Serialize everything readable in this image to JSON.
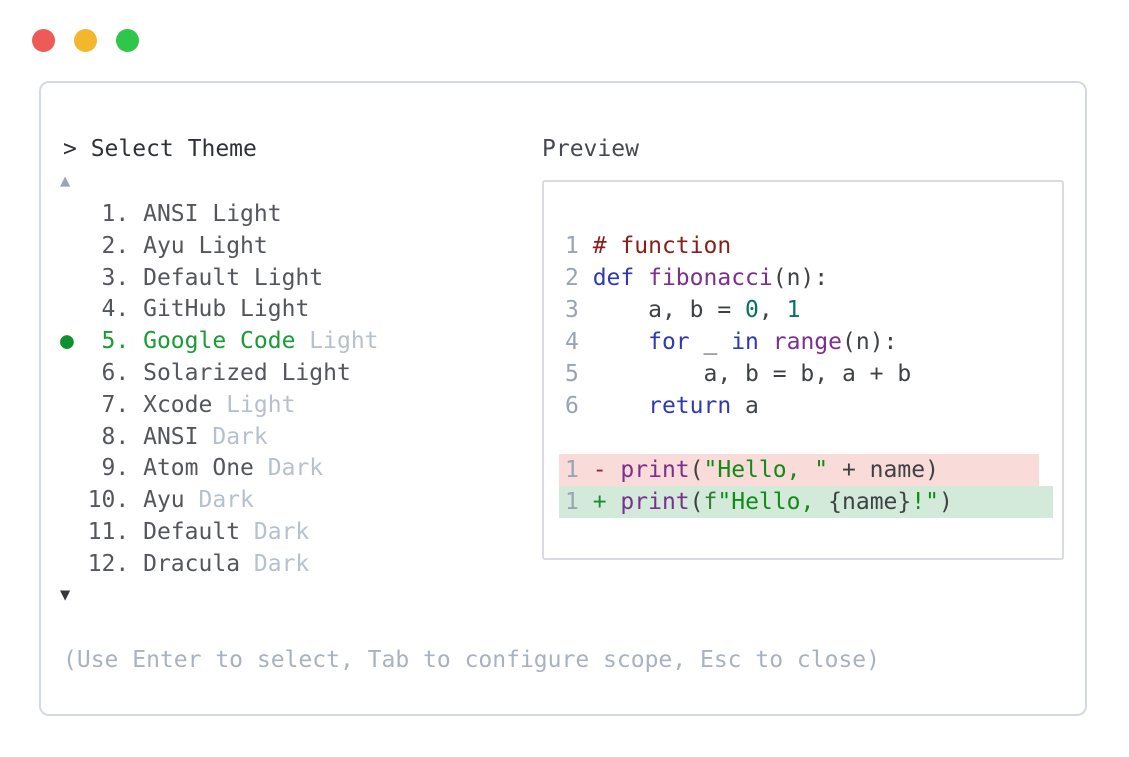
{
  "window": {
    "traffic_lights": [
      {
        "name": "close",
        "color": "#ee5a55"
      },
      {
        "name": "minimize",
        "color": "#f3b72e"
      },
      {
        "name": "maximize",
        "color": "#2ec74a"
      }
    ]
  },
  "prompt": "> Select Theme",
  "scroll": {
    "up_icon": "▲",
    "down_icon": "▼"
  },
  "theme_list": {
    "selected_marker": "●",
    "items": [
      {
        "number": "1",
        "name": "ANSI",
        "variant": "Light",
        "selected": false,
        "variant_dimmed": false
      },
      {
        "number": "2",
        "name": "Ayu",
        "variant": "Light",
        "selected": false,
        "variant_dimmed": false
      },
      {
        "number": "3",
        "name": "Default",
        "variant": "Light",
        "selected": false,
        "variant_dimmed": false
      },
      {
        "number": "4",
        "name": "GitHub",
        "variant": "Light",
        "selected": false,
        "variant_dimmed": false
      },
      {
        "number": "5",
        "name": "Google Code",
        "variant": "Light",
        "selected": true,
        "variant_dimmed": true
      },
      {
        "number": "6",
        "name": "Solarized",
        "variant": "Light",
        "selected": false,
        "variant_dimmed": false
      },
      {
        "number": "7",
        "name": "Xcode",
        "variant": "Light",
        "selected": false,
        "variant_dimmed": true
      },
      {
        "number": "8",
        "name": "ANSI",
        "variant": "Dark",
        "selected": false,
        "variant_dimmed": true
      },
      {
        "number": "9",
        "name": "Atom One",
        "variant": "Dark",
        "selected": false,
        "variant_dimmed": true
      },
      {
        "number": "10",
        "name": "Ayu",
        "variant": "Dark",
        "selected": false,
        "variant_dimmed": true
      },
      {
        "number": "11",
        "name": "Default",
        "variant": "Dark",
        "selected": false,
        "variant_dimmed": true
      },
      {
        "number": "12",
        "name": "Dracula",
        "variant": "Dark",
        "selected": false,
        "variant_dimmed": true
      }
    ]
  },
  "preview": {
    "label": "Preview",
    "code_lines": [
      {
        "num": "1",
        "segments": [
          {
            "t": "# function",
            "c": "comment"
          }
        ]
      },
      {
        "num": "2",
        "segments": [
          {
            "t": "def",
            "c": "keyword"
          },
          {
            "t": " ",
            "c": "plain"
          },
          {
            "t": "fibonacci",
            "c": "function"
          },
          {
            "t": "(n):",
            "c": "plain"
          }
        ]
      },
      {
        "num": "3",
        "segments": [
          {
            "t": "    a, b = ",
            "c": "plain"
          },
          {
            "t": "0",
            "c": "number"
          },
          {
            "t": ", ",
            "c": "plain"
          },
          {
            "t": "1",
            "c": "number"
          }
        ]
      },
      {
        "num": "4",
        "segments": [
          {
            "t": "    ",
            "c": "plain"
          },
          {
            "t": "for",
            "c": "keyword"
          },
          {
            "t": " _ ",
            "c": "plain"
          },
          {
            "t": "in",
            "c": "keyword"
          },
          {
            "t": " ",
            "c": "plain"
          },
          {
            "t": "range",
            "c": "function"
          },
          {
            "t": "(n):",
            "c": "plain"
          }
        ]
      },
      {
        "num": "5",
        "segments": [
          {
            "t": "        a, b = b, a + b",
            "c": "plain"
          }
        ]
      },
      {
        "num": "6",
        "segments": [
          {
            "t": "    ",
            "c": "plain"
          },
          {
            "t": "return",
            "c": "keyword"
          },
          {
            "t": " a",
            "c": "plain"
          }
        ]
      }
    ],
    "diff_lines": [
      {
        "num": "1",
        "kind": "removed",
        "segments": [
          {
            "t": " - ",
            "c": "diff_minus"
          },
          {
            "t": "print",
            "c": "function"
          },
          {
            "t": "(",
            "c": "plain"
          },
          {
            "t": "\"Hello, \"",
            "c": "string"
          },
          {
            "t": " + name)",
            "c": "plain"
          }
        ]
      },
      {
        "num": "1",
        "kind": "added",
        "segments": [
          {
            "t": " + ",
            "c": "diff_plus"
          },
          {
            "t": "print",
            "c": "function"
          },
          {
            "t": "(",
            "c": "plain"
          },
          {
            "t": "f",
            "c": "string_prefix"
          },
          {
            "t": "\"Hello, ",
            "c": "string"
          },
          {
            "t": "{name}",
            "c": "plain"
          },
          {
            "t": "!\"",
            "c": "string"
          },
          {
            "t": ")",
            "c": "plain"
          }
        ]
      }
    ]
  },
  "footer": "(Use Enter to select, Tab to configure scope, Esc to close)",
  "palette": {
    "prompt_text": "#2f3237",
    "list_text": "#53565b",
    "list_dim": "#b6c0ce",
    "selected_green": "#189c35",
    "bullet_green": "#0f9130",
    "arrow_up": "#9aa5b8",
    "arrow_down": "#34373c",
    "footer_dim": "#a9b2c1",
    "line_number": "#99a3b6",
    "plain": "#3f4245",
    "comment": "#881f1c",
    "keyword": "#2f3ab2",
    "function": "#7d2f8e",
    "number": "#087064",
    "string": "#128a18",
    "string_prefix": "#337a38",
    "diff_minus": "#9c2432",
    "diff_plus": "#1d8a34",
    "removed_bg": "#f9dbd9",
    "added_bg": "#d3eadb",
    "panel_border": "#d5d9e0",
    "preview_border": "#d8dce2"
  }
}
